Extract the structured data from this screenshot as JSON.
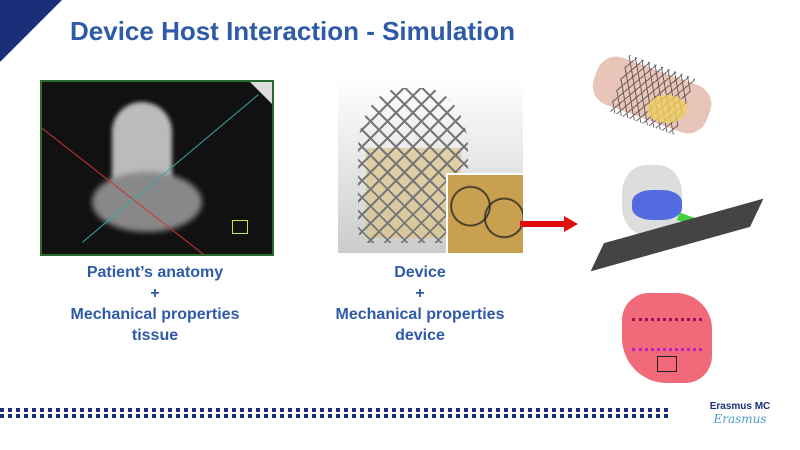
{
  "slide": {
    "title": "Device Host Interaction - Simulation",
    "captions": {
      "anatomy": [
        "Patient’s anatomy",
        "+",
        "Mechanical properties",
        "tissue"
      ],
      "device": [
        "Device",
        "+",
        "Mechanical properties",
        "device"
      ]
    },
    "logo": {
      "name": "Erasmus MC",
      "signature": "Erasmus"
    },
    "colors": {
      "title": "#2e5aa8",
      "brand": "#1a2f7a",
      "arrow": "#e01010"
    }
  }
}
